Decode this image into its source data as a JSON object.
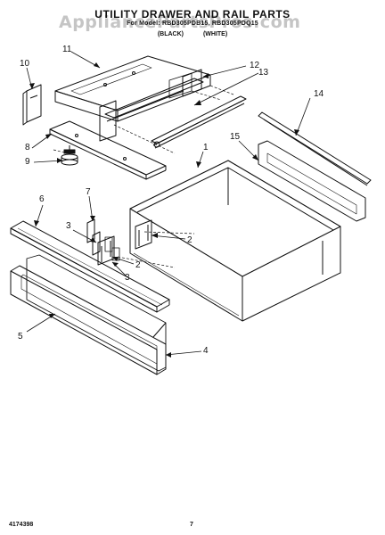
{
  "title": "UTILITY DRAWER AND RAIL PARTS",
  "subtitle": "For Model: RBD305PDB15, RBD305PDQ15",
  "color_labels": [
    "(BLACK)",
    "(WHITE)"
  ],
  "watermark": "AppliancePartsPros.com",
  "callouts": [
    "1",
    "2",
    "2",
    "3",
    "3",
    "4",
    "5",
    "6",
    "7",
    "8",
    "9",
    "10",
    "11",
    "12",
    "13",
    "14",
    "15"
  ],
  "footer": {
    "part_number": "4174398",
    "page": "7"
  }
}
